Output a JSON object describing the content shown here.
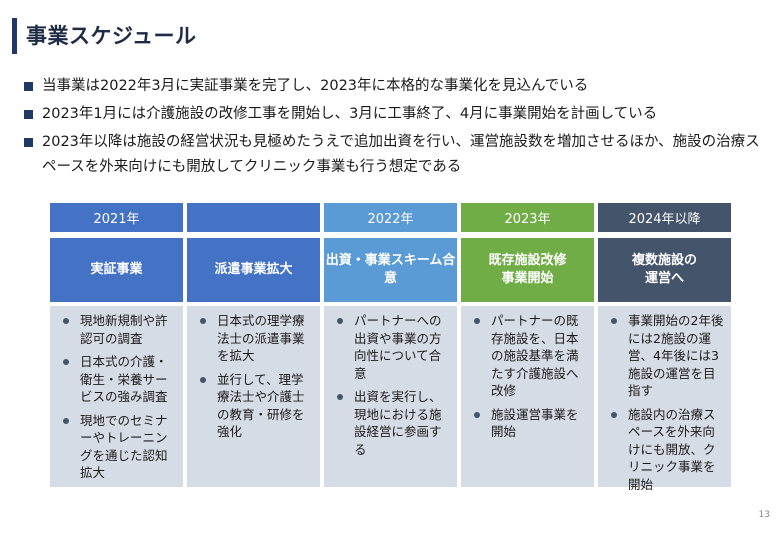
{
  "title": "事業スケジュール",
  "bullets": [
    "当事業は2022年3月に実証事業を完了し、2023年に本格的な事業化を見込んでいる",
    "2023年1月には介護施設の改修工事を開始し、3月に工事終了、4月に事業開始を計画している",
    "2023年以降は施設の経営状況も見極めたうえで追加出資を行い、運営施設数を増加させるほか、施設の治療スペースを外来向けにも開放してクリニック事業も行う想定である"
  ],
  "years": [
    {
      "label": "2021年"
    },
    {
      "label": "2022年"
    },
    {
      "label": "2023年"
    },
    {
      "label": "2024年以降"
    }
  ],
  "columns": [
    {
      "heading": "実証事業",
      "items": [
        "現地新規制や許認可の調査",
        "日本式の介護・衛生・栄養サービスの強み調査",
        "現地でのセミナーやトレーニングを通じた認知拡大"
      ]
    },
    {
      "heading": "派遣事業拡大",
      "items": [
        "日本式の理学療法士の派遣事業を拡大",
        "並行して、理学療法士や介護士の教育・研修を強化"
      ]
    },
    {
      "heading": "出資・事業スキーム合意",
      "items": [
        "パートナーへの出資や事業の方向性について合意",
        "出資を実行し、現地における施設経営に参画する"
      ]
    },
    {
      "heading": "既存施設改修\n事業開始",
      "items": [
        "パートナーの既存施設を、日本の施設基準を満たす介護施設へ改修",
        "施設運営事業を開始"
      ]
    },
    {
      "heading": "複数施設の\n運営へ",
      "items": [
        "事業開始の2年後には2施設の運営、4年後には3施設の運営を目指す",
        "施設内の治療スペースを外来向けにも開放、クリニック事業を開始"
      ]
    }
  ],
  "colors": {
    "year_2021": "#4472c4",
    "year_2022": "#5b9bd5",
    "year_2023": "#70ad47",
    "year_2024": "#44546a",
    "body_bg": "#d6dce5"
  },
  "page_number": "13"
}
